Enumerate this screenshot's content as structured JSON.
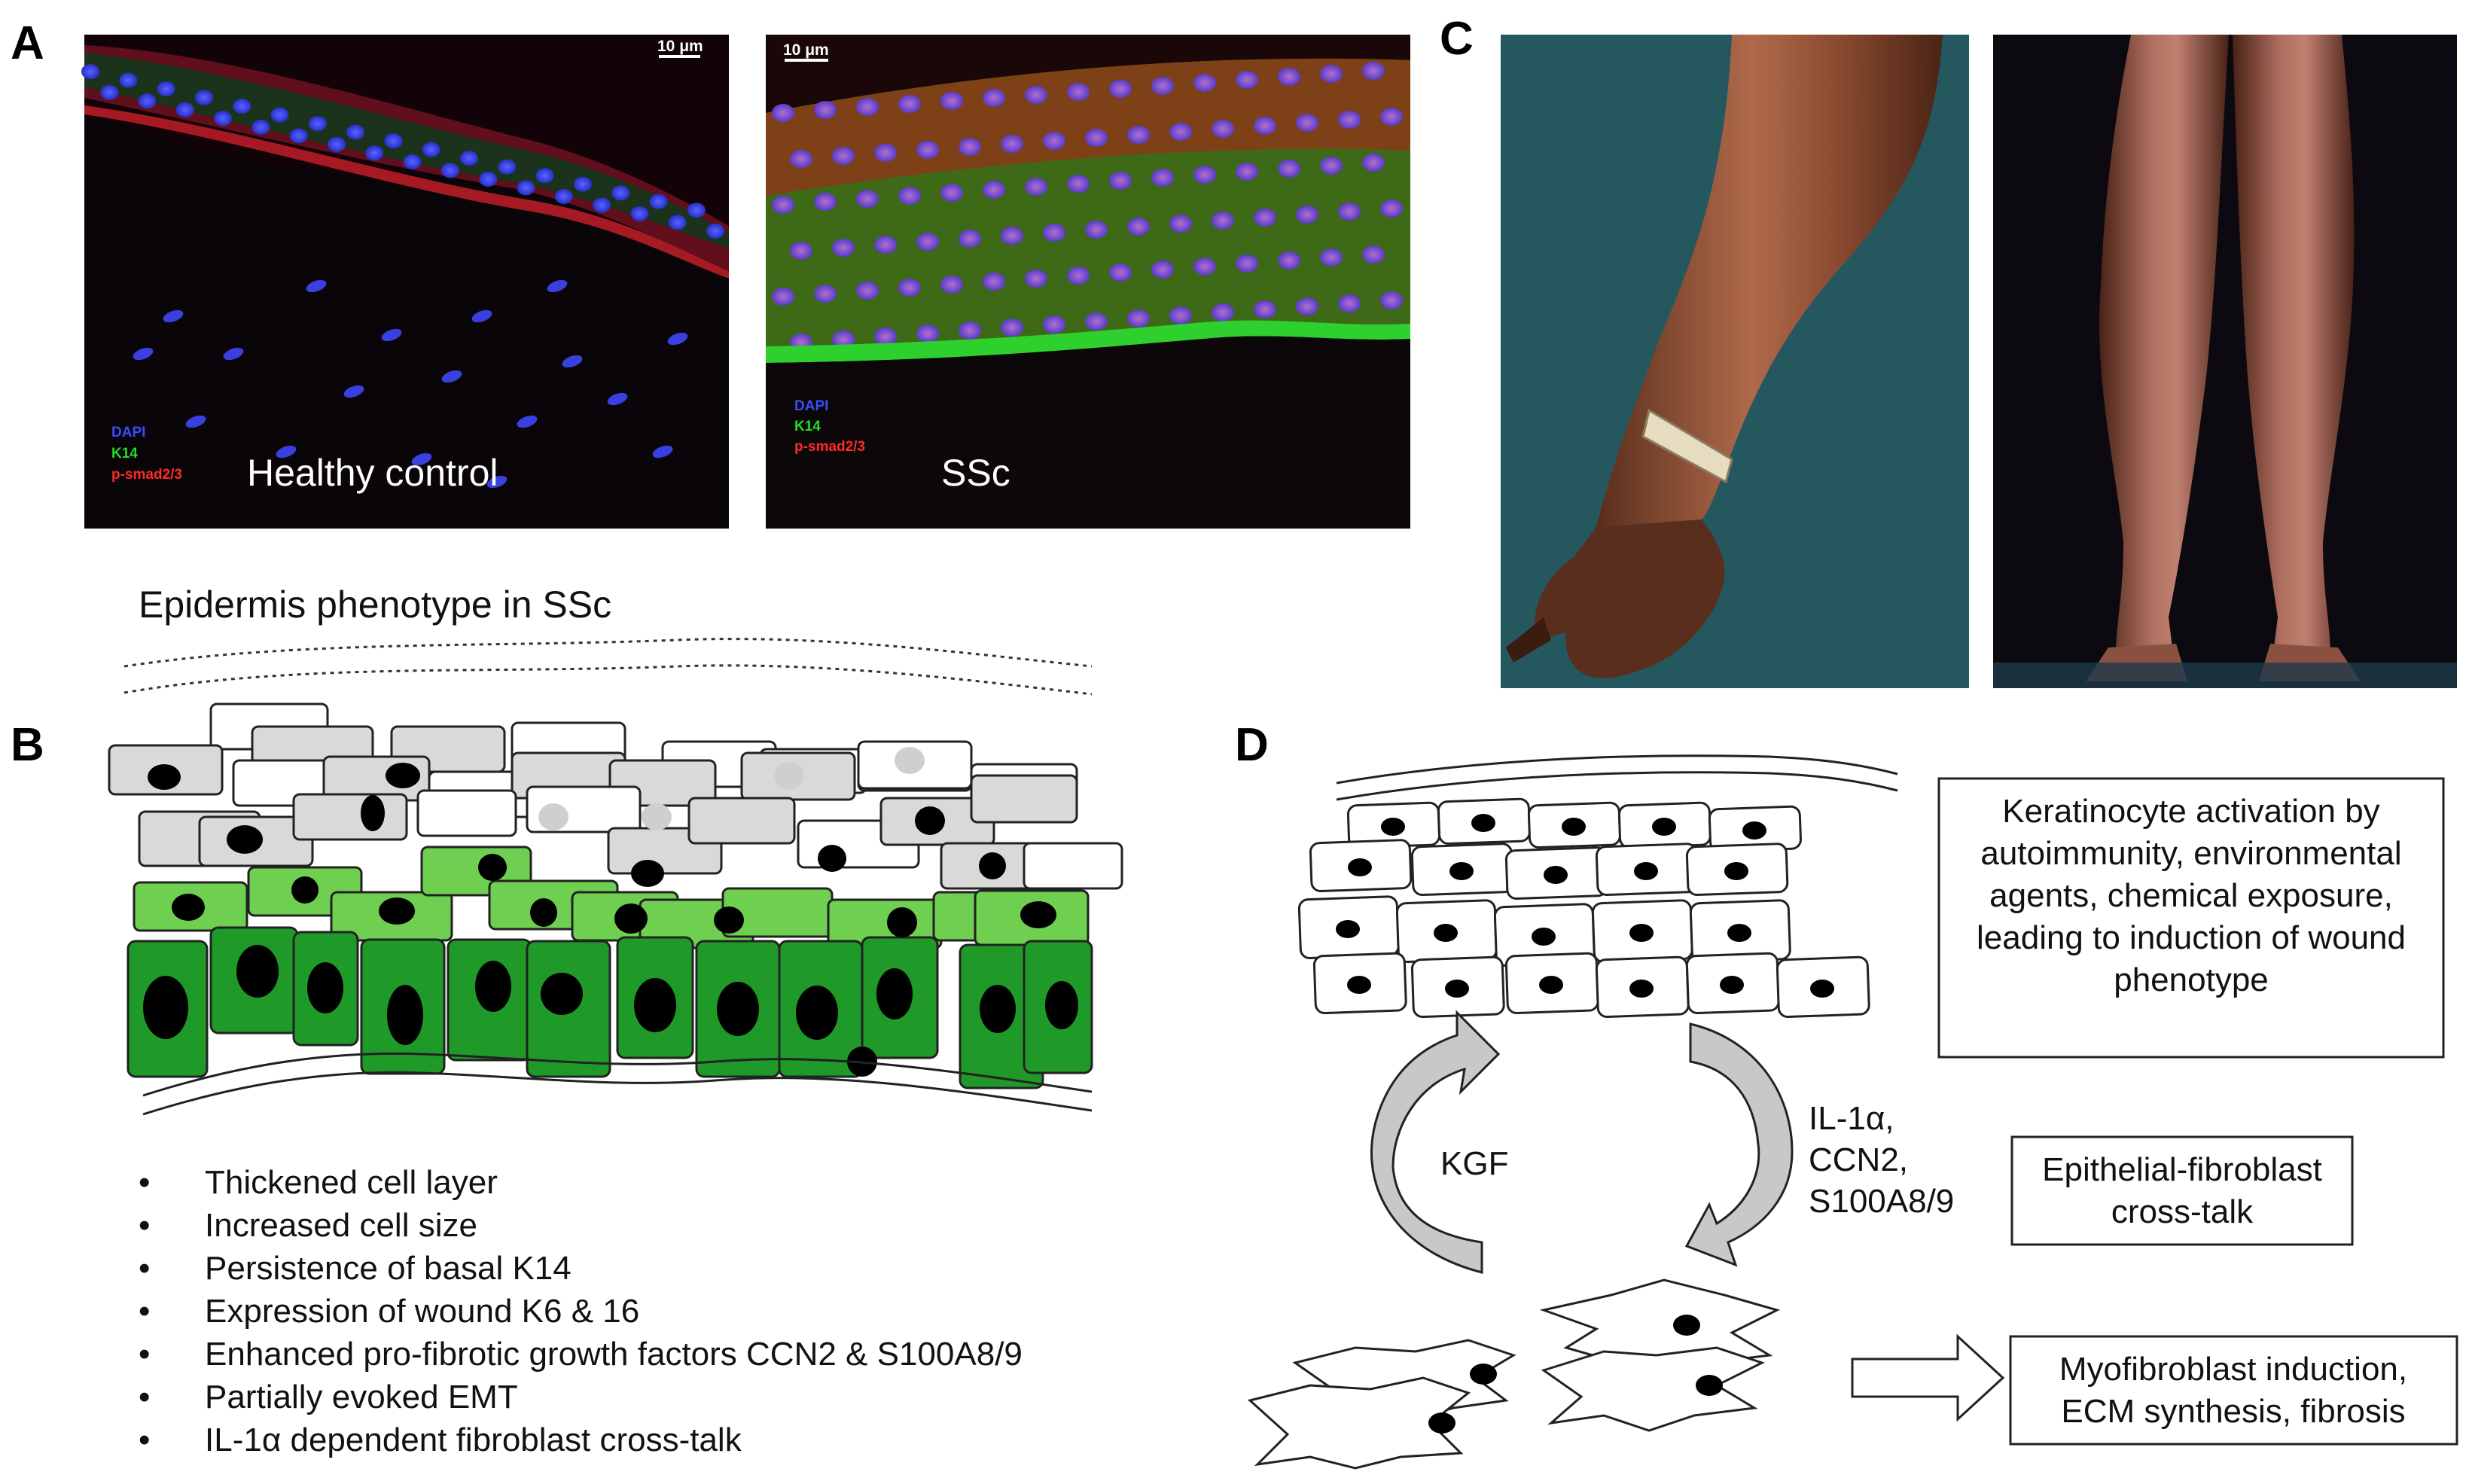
{
  "panels": {
    "A": {
      "label": "A",
      "images": [
        {
          "caption": "Healthy control",
          "scale_bar": "10 μm",
          "legend": [
            "DAPI",
            "K14",
            "p-smad2/3"
          ]
        },
        {
          "caption": "SSc",
          "scale_bar": "10 μm",
          "legend": [
            "DAPI",
            "K14",
            "p-smad2/3"
          ]
        }
      ],
      "legend_colors": [
        "#2a3cff",
        "#22dd22",
        "#ff2a2a"
      ]
    },
    "B": {
      "label": "B",
      "title": "Epidermis phenotype  in SSc",
      "bullets": [
        "Thickened cell layer",
        "Increased cell size",
        "Persistence of basal K14",
        "Expression of wound K6 & 16",
        "Enhanced pro-fibrotic growth factors CCN2 & S100A8/9",
        "Partially evoked EMT",
        "IL-1α  dependent fibroblast cross-talk"
      ],
      "bullet_symbol": "•"
    },
    "C": {
      "label": "C"
    },
    "D": {
      "label": "D",
      "kgf_label": "KGF",
      "mediators": [
        "IL-1α,",
        "CCN2,",
        "S100A8/9"
      ],
      "box_activation": [
        "Keratinocyte activation by",
        "autoimmunity, environmental",
        "agents, chemical exposure,",
        "leading to induction of wound",
        "phenotype"
      ],
      "box_crosstalk": [
        "Epithelial-fibroblast",
        "cross-talk"
      ],
      "box_fibrosis": [
        "Myofibroblast induction,",
        "ECM synthesis, fibrosis"
      ]
    }
  },
  "colors": {
    "green_dark": "#1f9a28",
    "green_light": "#6fcf50",
    "grey_cell": "#d9d9d9",
    "arrow_grey": "#c8c8c8"
  }
}
